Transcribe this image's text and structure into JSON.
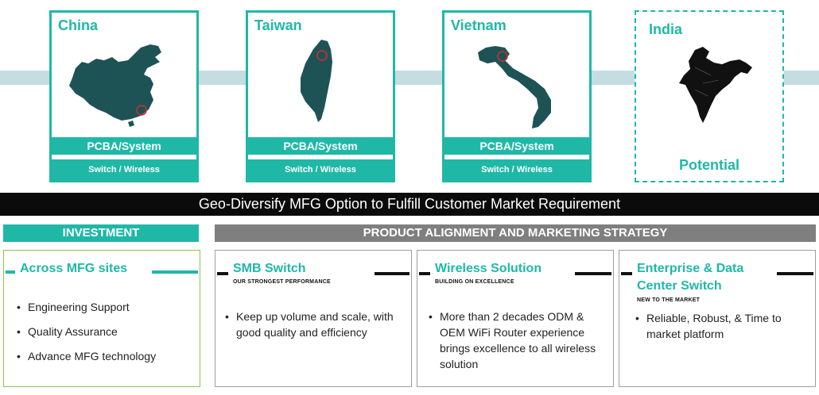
{
  "sites": [
    {
      "name": "China",
      "line1": "PCBA/System",
      "line2": "Switch / Wireless"
    },
    {
      "name": "Taiwan",
      "line1": "PCBA/System",
      "line2": "Switch / Wireless"
    },
    {
      "name": "Vietnam",
      "line1": "PCBA/System",
      "line2": "Switch / Wireless"
    },
    {
      "name": "India",
      "status": "Potential"
    }
  ],
  "banner": "Geo-Diversify MFG Option to Fulfill Customer Market Requirement",
  "investment": {
    "header": "INVESTMENT",
    "title": "Across MFG sites",
    "items": [
      "Engineering Support",
      "Quality Assurance",
      "Advance MFG technology"
    ]
  },
  "strategy": {
    "header": "PRODUCT ALIGNMENT AND MARKETING STRATEGY",
    "cards": [
      {
        "title": "SMB Switch",
        "subtitle": "OUR STRONGEST PERFORMANCE",
        "items": [
          "Keep up volume and scale, with good quality and efficiency"
        ]
      },
      {
        "title": "Wireless Solution",
        "subtitle": "BUILDING ON EXCELLENCE",
        "items": [
          "More than 2 decades ODM & OEM WiFi Router experience brings excellence to all wireless solution"
        ]
      },
      {
        "title": "Enterprise & Data Center Switch",
        "subtitle": "NEW TO THE MARKET",
        "items": [
          "Reliable, Robust, & Time to market platform"
        ]
      }
    ]
  },
  "colors": {
    "teal": "#1fb8a7",
    "map": "#1e5356",
    "gray": "#7f7f7f",
    "band": "#c5dde1"
  }
}
